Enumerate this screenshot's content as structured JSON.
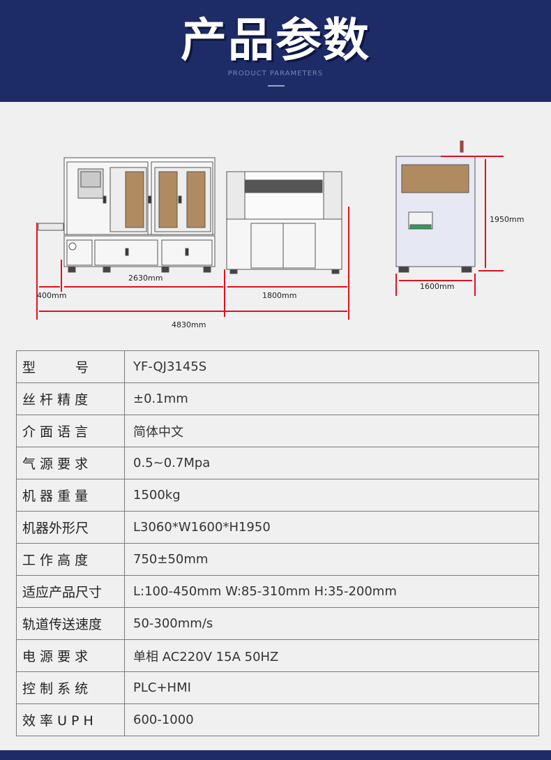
{
  "header": {
    "title": "产品参数",
    "subtitle": "PRODUCT PARAMETERS"
  },
  "dimensions": {
    "d_2630": "2630mm",
    "d_400": "400mm",
    "d_1800": "1800mm",
    "d_4830": "4830mm",
    "d_1950": "1950mm",
    "d_1600": "1600mm"
  },
  "colors": {
    "header_bg": "#1d2b66",
    "dimension_line": "#e0101e",
    "machine_panel": "#b08a60"
  },
  "specs": [
    {
      "key": "型　　　号",
      "value": "YF-QJ3145S"
    },
    {
      "key": "丝 杆 精 度",
      "value": "±0.1mm"
    },
    {
      "key": "介 面 语 言",
      "value": "简体中文"
    },
    {
      "key": "气 源 要 求",
      "value": "0.5~0.7Mpa"
    },
    {
      "key": "机 器 重 量",
      "value": "1500kg"
    },
    {
      "key": "机器外形尺",
      "value": "L3060*W1600*H1950"
    },
    {
      "key": "工  作  高  度",
      "value": "750±50mm"
    },
    {
      "key": "适应产品尺寸",
      "value": "L:100-450mm W:85-310mm H:35-200mm"
    },
    {
      "key": "轨道传送速度",
      "value": "50-300mm/s"
    },
    {
      "key": "电  源  要  求",
      "value": "单相 AC220V 15A 50HZ"
    },
    {
      "key": "控  制  系  统",
      "value": "PLC+HMI"
    },
    {
      "key": "效 率 U P H",
      "value": "600-1000"
    }
  ]
}
